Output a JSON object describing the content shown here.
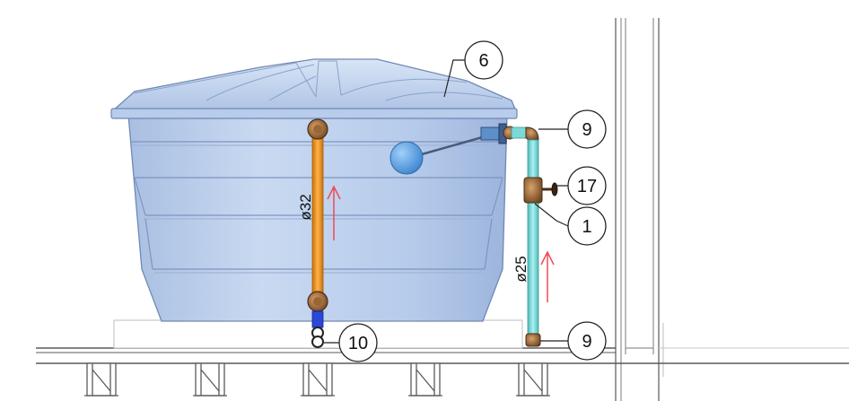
{
  "callouts": {
    "c6": "6",
    "c9_top": "9",
    "c17": "17",
    "c1": "1",
    "c10": "10",
    "c9_bottom": "9"
  },
  "dimensions": {
    "inlet_pipe": "ø32",
    "outlet_pipe": "ø25"
  },
  "colors": {
    "tank_body": "#b9cdea",
    "tank_lid": "#c8daf2",
    "tank_outline": "#6f88b5",
    "pipe_orange": "#f39a1e",
    "pipe_cyan": "#7fd8d8",
    "pipe_blue": "#2a48d8",
    "fitting_bronze": "#8a5a2b",
    "float_ball": "#5ea8e6",
    "flow_arrow": "#f04a55",
    "structure_line": "#5a5a5a"
  },
  "icons": {
    "flow_arrow_up": "arrow-up-icon",
    "float_valve": "float-ball-icon",
    "gate_valve": "valve-handle-icon"
  }
}
